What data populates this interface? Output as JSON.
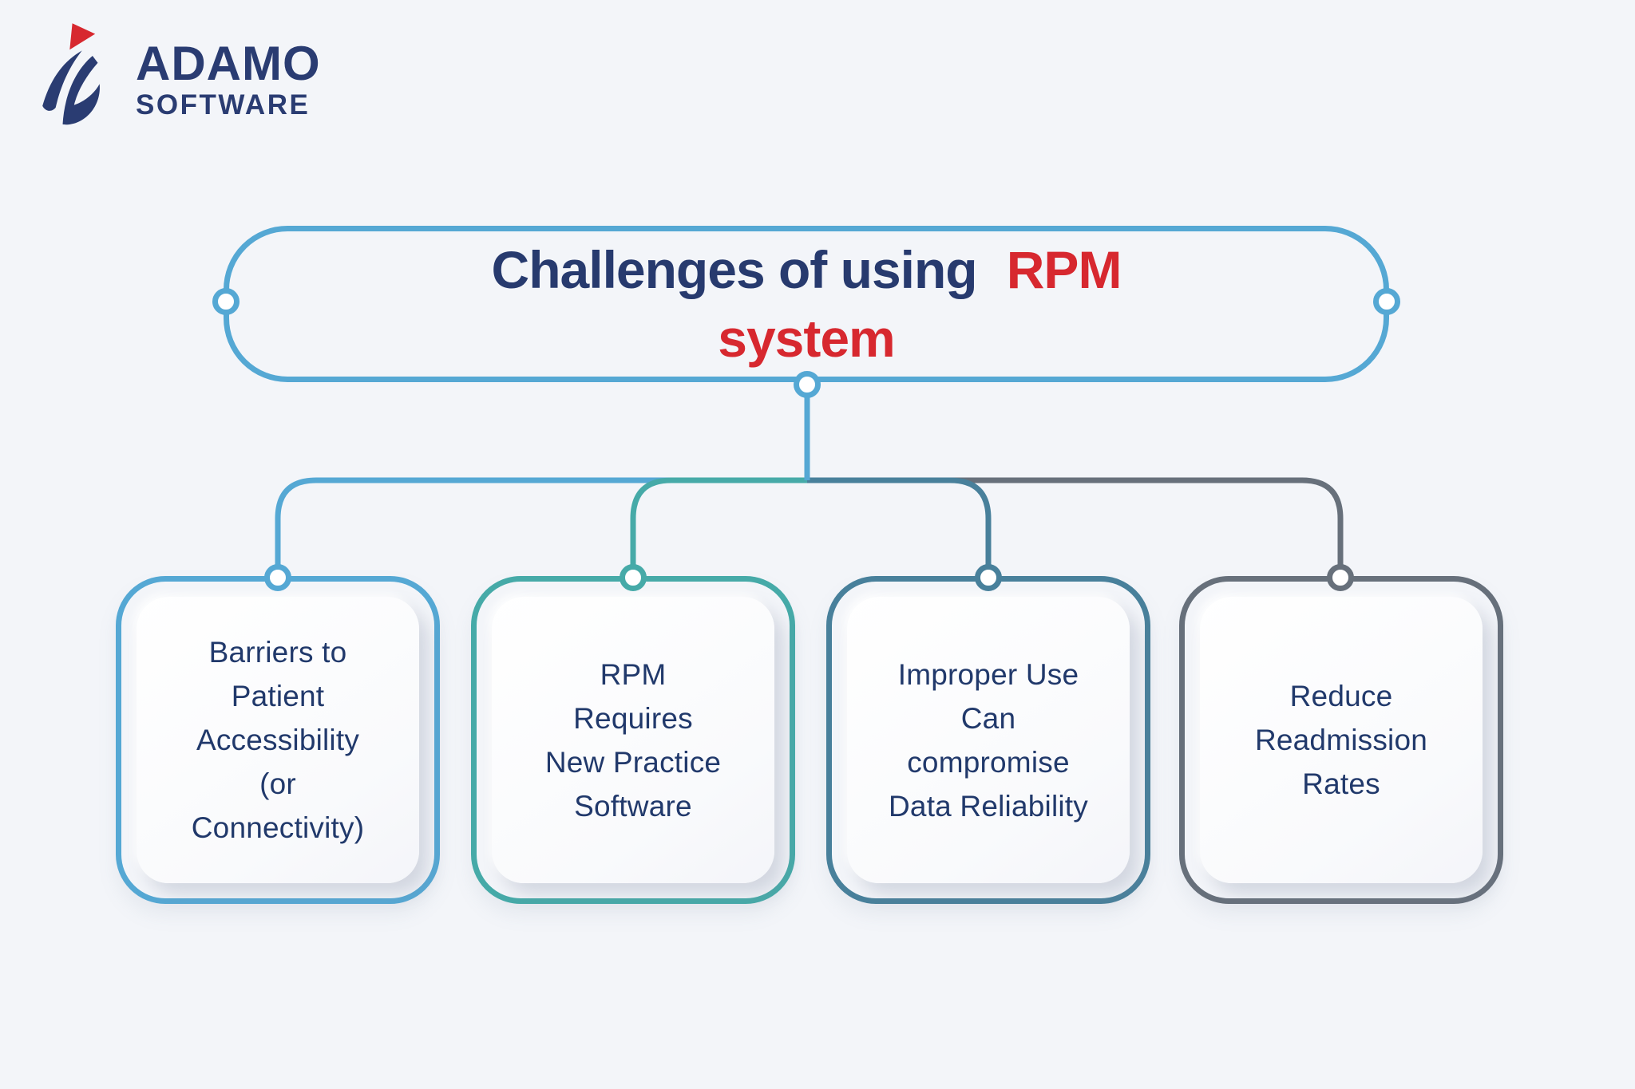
{
  "page": {
    "background": "#F3F5F9"
  },
  "logo": {
    "name": "ADAMO",
    "sub": "SOFTWARE",
    "navy": "#2A3C72",
    "red": "#D7282F"
  },
  "title": {
    "navy_part": "Challenges of using",
    "red_part": "RPM",
    "red_line2": "system",
    "border_color": "#55A8D4",
    "navy_color": "#273A6E",
    "red_color": "#D7282F"
  },
  "cards": [
    {
      "label": "Barriers to\nPatient\nAccessibility\n(or\nConnectivity)",
      "border_color": "#55A8D4"
    },
    {
      "label": "RPM\nRequires\nNew Practice\nSoftware",
      "border_color": "#46AAA8"
    },
    {
      "label": "Improper Use\nCan\ncompromise\nData Reliability",
      "border_color": "#48809B"
    },
    {
      "label": "Reduce\nReadmission\nRates",
      "border_color": "#67707B"
    }
  ],
  "text_color": "#21396B",
  "node_fill": "#FFFFFF"
}
